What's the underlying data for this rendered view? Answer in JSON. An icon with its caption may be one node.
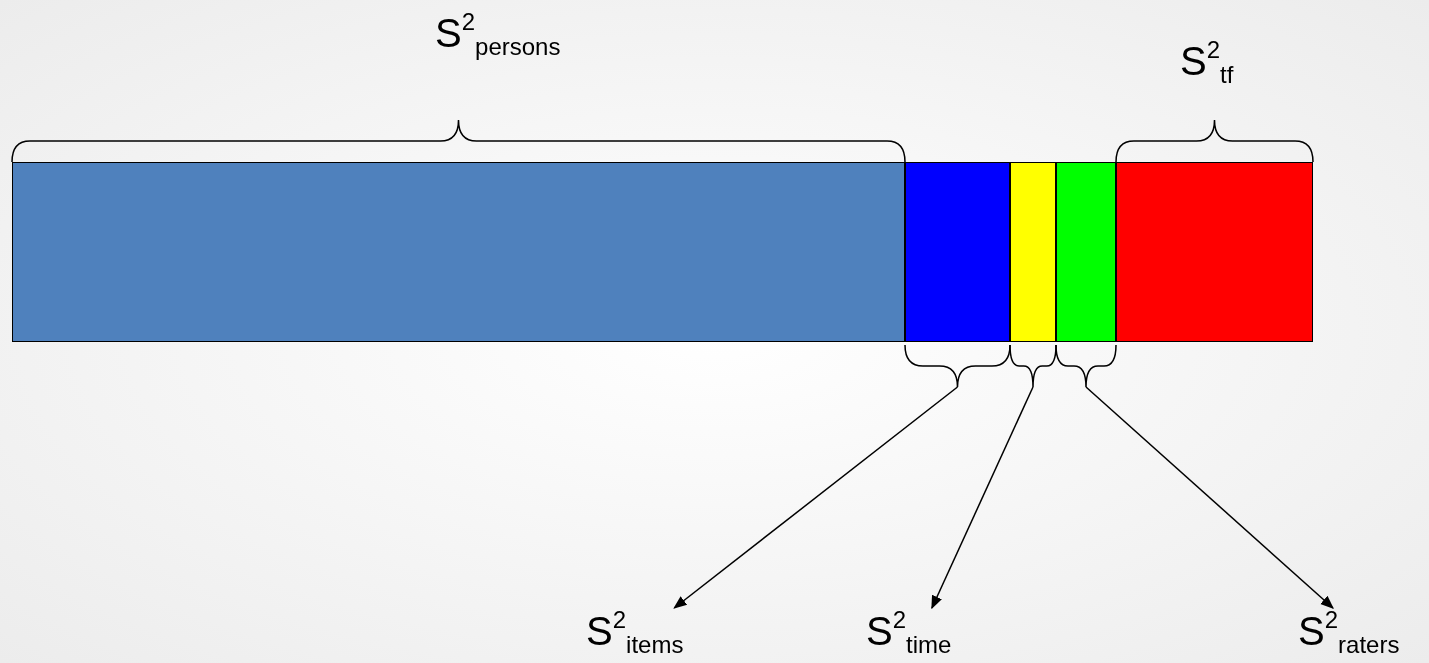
{
  "diagram": {
    "nodes": [
      {
        "text": [],
        "shape": "bar",
        "beside": [
          "S$^{2}$$_{persons}$"
        ]
      },
      {
        "text": [],
        "shape": "bar"
      },
      {
        "text": [],
        "shape": "bar"
      },
      {
        "text": [],
        "shape": "bar"
      },
      {
        "text": [],
        "shape": "bar",
        "beside": [
          "S$^{2}$$_{tf}$"
        ]
      },
      {
        "text": [
          "S$^{2}$$_{items}$"
        ]
      },
      {
        "text": [
          "S$^{2}$$_{time}$"
        ]
      },
      {
        "text": [
          "S$^{2}$$_{raters}$"
        ]
      }
    ],
    "edges": [
      {
        "from": 1,
        "to": 5,
        "arrow": "to"
      },
      {
        "from": 2,
        "to": 6,
        "arrow": "to"
      },
      {
        "from": 3,
        "to": 7,
        "arrow": "to"
      }
    ]
  }
}
